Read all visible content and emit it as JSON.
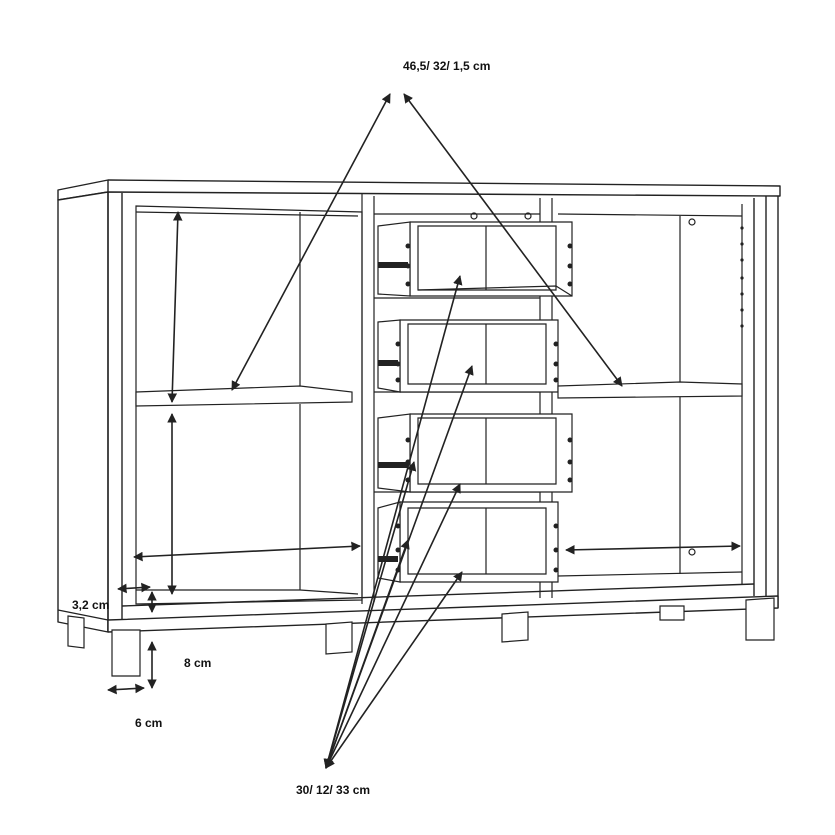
{
  "labels": {
    "shelf_dims": "46,5/ 32/ 1,5 cm",
    "drawer_dims": "30/ 12/ 33 cm",
    "plinth_thickness": "3,2 cm",
    "leg_height": "8 cm",
    "leg_width": "6 cm"
  },
  "colors": {
    "line": "#222222",
    "background": "#ffffff"
  }
}
